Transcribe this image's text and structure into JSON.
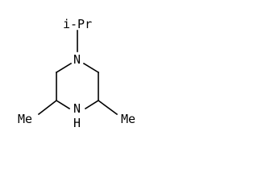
{
  "molecule": {
    "labels": {
      "isopropyl": "i-Pr",
      "ring_nitrogen_top": "N",
      "ring_nitrogen_bottom": "N",
      "ring_nitrogen_bottom_h": "H",
      "methyl_left": "Me",
      "methyl_right": "Me"
    },
    "colors": {
      "ink": "#000000",
      "background": "#ffffff"
    }
  }
}
